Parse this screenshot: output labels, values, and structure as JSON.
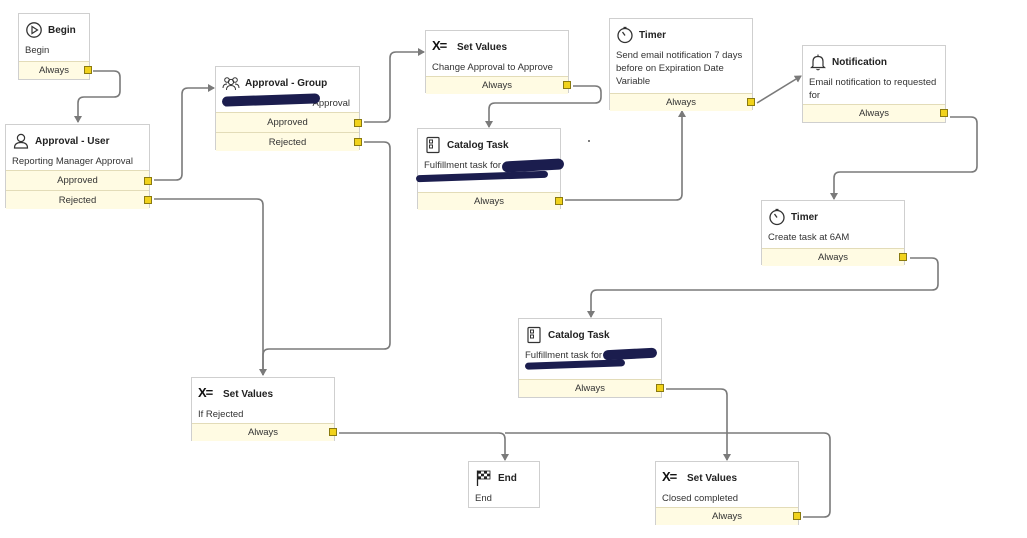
{
  "nodes": {
    "begin": {
      "title": "Begin",
      "desc": "Begin",
      "outlets": [
        "Always"
      ]
    },
    "approval_group": {
      "title": "Approval - Group",
      "desc": "Approval",
      "outlets": [
        "Approved",
        "Rejected"
      ]
    },
    "approval_user": {
      "title": "Approval - User",
      "desc": "Reporting Manager Approval",
      "outlets": [
        "Approved",
        "Rejected"
      ]
    },
    "set_values_approve": {
      "title": "Set Values",
      "desc": "Change Approval to Approve",
      "outlets": [
        "Always"
      ]
    },
    "catalog_task_1": {
      "title": "Catalog Task",
      "desc": "Fulfillment task for",
      "outlets": [
        "Always"
      ]
    },
    "timer_1": {
      "title": "Timer",
      "desc": "Send email notification 7 days before on Expiration Date Variable",
      "outlets": [
        "Always"
      ]
    },
    "notification": {
      "title": "Notification",
      "desc": "Email notification to requested for",
      "outlets": [
        "Always"
      ]
    },
    "timer_2": {
      "title": "Timer",
      "desc": "Create task at 6AM",
      "outlets": [
        "Always"
      ]
    },
    "catalog_task_2": {
      "title": "Catalog Task",
      "desc": "Fulfillment task for",
      "outlets": [
        "Always"
      ]
    },
    "set_values_rejected": {
      "title": "Set Values",
      "desc": "If Rejected",
      "outlets": [
        "Always"
      ]
    },
    "end": {
      "title": "End",
      "desc": "End",
      "outlets": []
    },
    "set_values_closed": {
      "title": "Set Values",
      "desc": "Closed completed",
      "outlets": [
        "Always"
      ]
    }
  },
  "icons": {
    "begin": "play-circle-icon",
    "approval_group": "user-group-icon",
    "approval_user": "user-icon",
    "set_values": "set-values-icon",
    "catalog_task": "catalog-task-icon",
    "timer": "timer-icon",
    "notification": "bell-icon",
    "end": "checkered-flag-icon"
  },
  "colors": {
    "outlet_bg": "#fffbe3",
    "port": "#f1d21c",
    "wire": "#7a7a7a",
    "redaction": "#1b1d4e"
  }
}
